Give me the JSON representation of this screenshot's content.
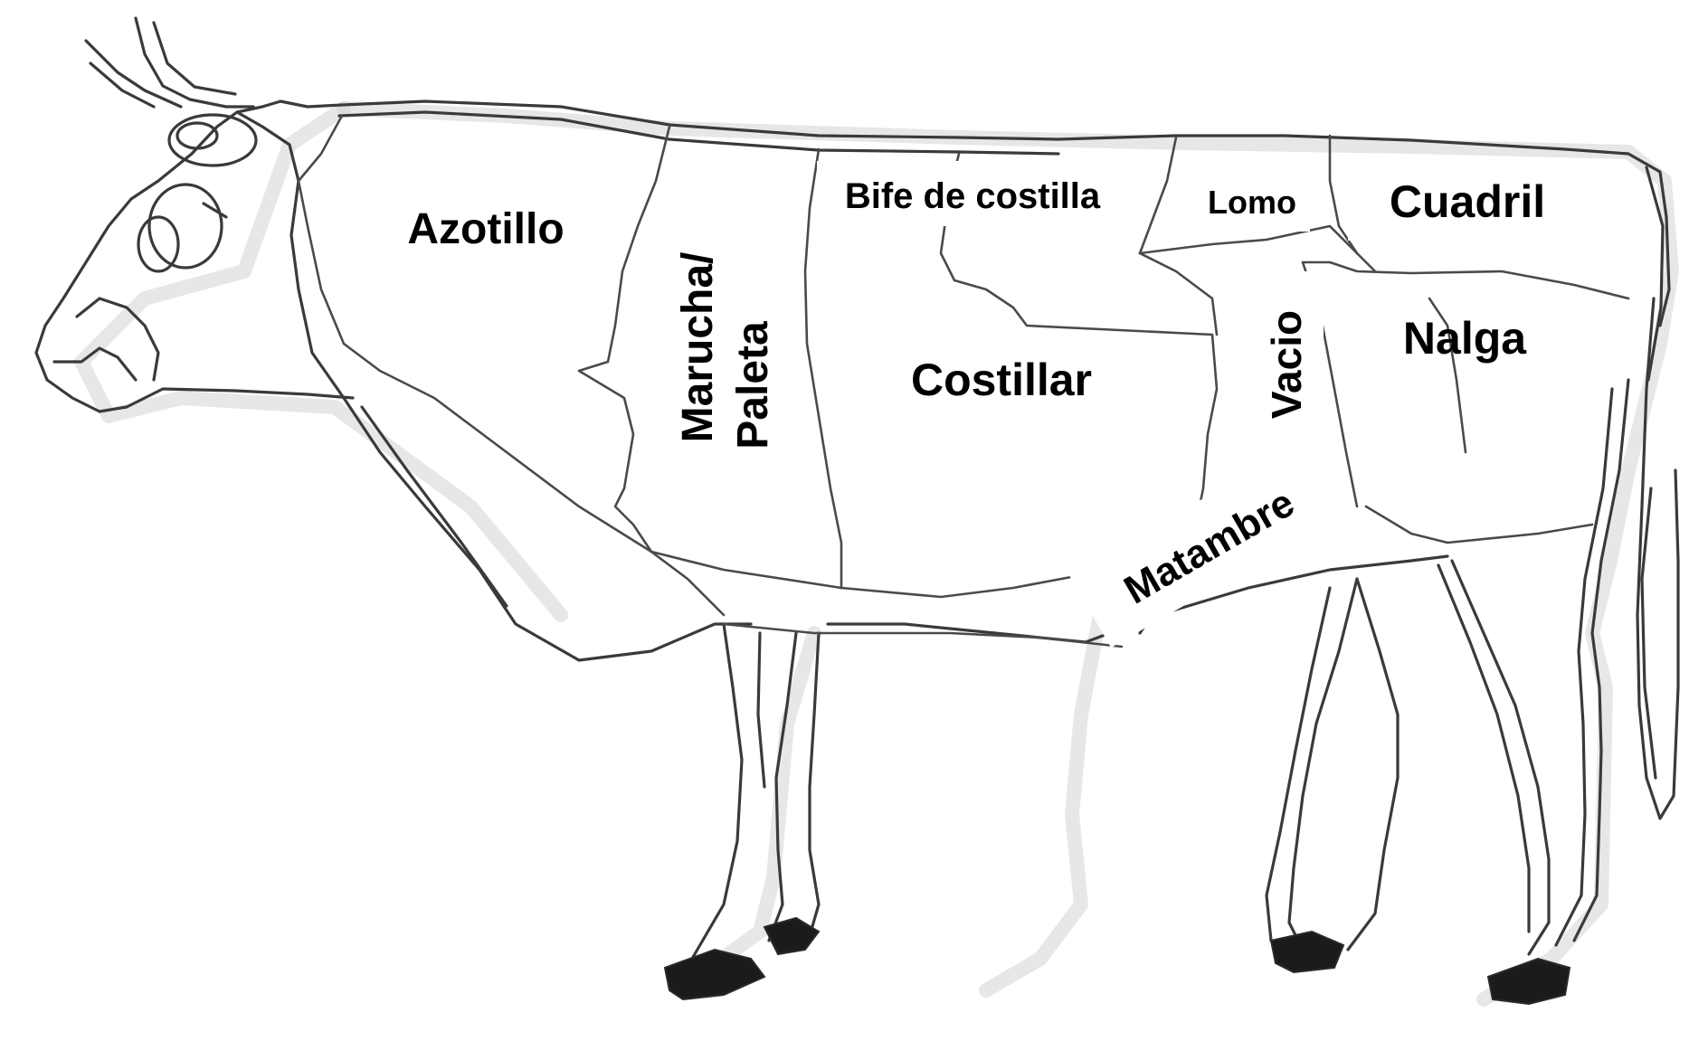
{
  "cuts": {
    "azotillo": "Azotillo",
    "marucha_line1": "Marucha/",
    "marucha_line2": "Paleta",
    "bife_de_costilla": "Bife de costilla",
    "lomo": "Lomo",
    "cuadril": "Cuadril",
    "costillar": "Costillar",
    "vacio": "Vacio",
    "nalga": "Nalga",
    "matambre": "Matambre"
  },
  "colors": {
    "outline": "#3a3a3a",
    "hoof": "#1b1b1b",
    "background": "#ffffff"
  }
}
